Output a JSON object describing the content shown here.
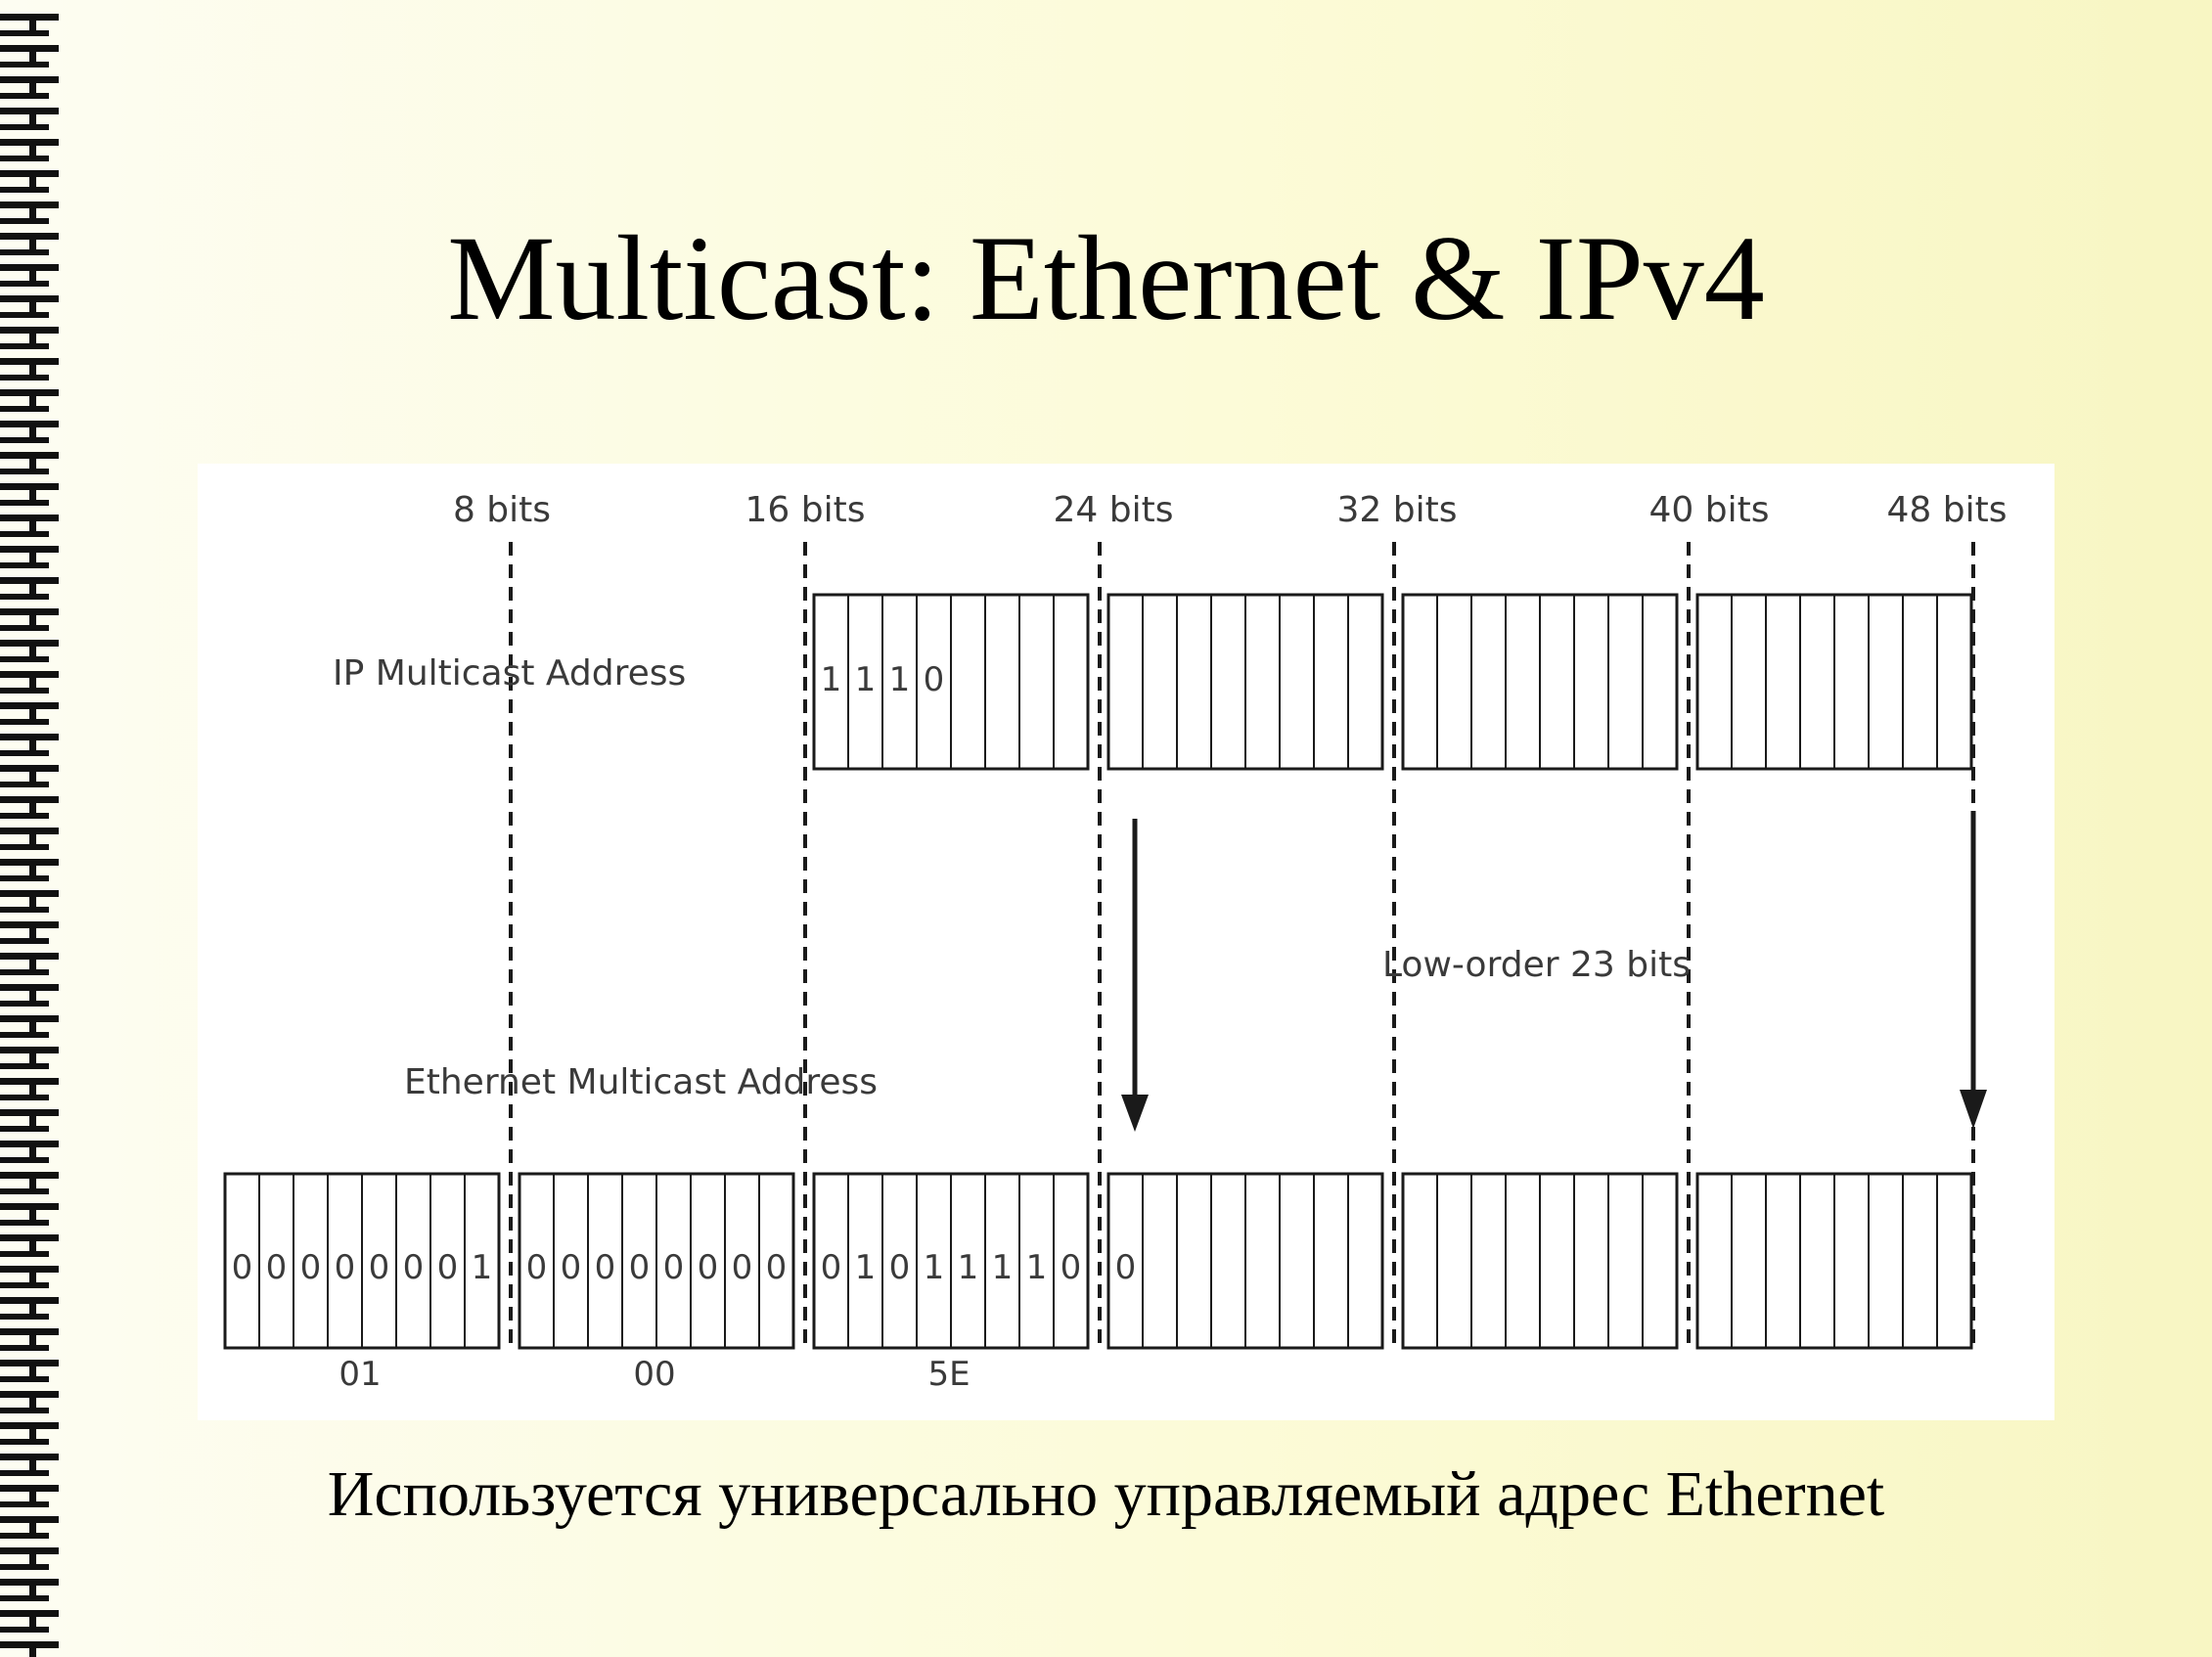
{
  "slide": {
    "title": "Multicast: Ethernet & IPv4",
    "subtitle": "Используется универсально управляемый адрес Ethernet"
  },
  "diagram": {
    "bit_markers": [
      "8 bits",
      "16 bits",
      "24 bits",
      "32 bits",
      "40 bits",
      "48 bits"
    ],
    "ip_label": "IP Multicast Address",
    "eth_label": "Ethernet Multicast Address",
    "low_order_label": "Low-order 23 bits",
    "ip_prefix_bits": [
      "1",
      "1",
      "1",
      "0"
    ],
    "eth_bytes": [
      {
        "hex": "01",
        "bits": [
          "0",
          "0",
          "0",
          "0",
          "0",
          "0",
          "0",
          "1"
        ]
      },
      {
        "hex": "00",
        "bits": [
          "0",
          "0",
          "0",
          "0",
          "0",
          "0",
          "0",
          "0"
        ]
      },
      {
        "hex": "5E",
        "bits": [
          "0",
          "1",
          "0",
          "1",
          "1",
          "1",
          "1",
          "0"
        ]
      },
      {
        "hex": "",
        "bits": [
          "0",
          "",
          "",
          "",
          "",
          "",
          "",
          ""
        ]
      },
      {
        "hex": "",
        "bits": [
          "",
          "",
          "",
          "",
          "",
          "",
          "",
          ""
        ]
      },
      {
        "hex": "",
        "bits": [
          "",
          "",
          "",
          "",
          "",
          "",
          "",
          ""
        ]
      }
    ]
  },
  "colors": {
    "ink": "#1a1a1a",
    "background_left": "#fdfdf2",
    "background_right": "#f8f6c3"
  }
}
